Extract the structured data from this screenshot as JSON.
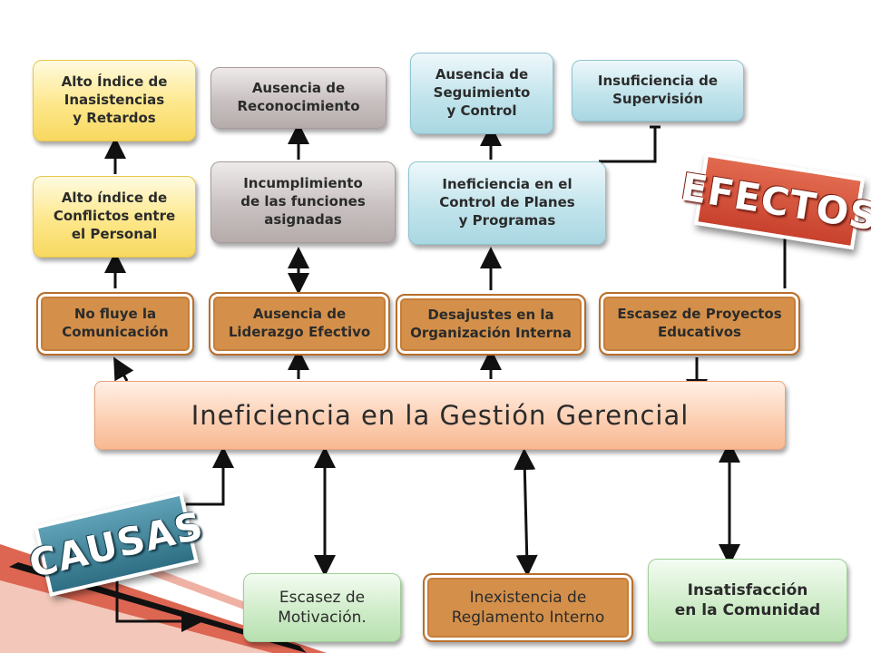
{
  "banners": {
    "efectos": "EFECTOS",
    "causas": "CAUSAS"
  },
  "central": {
    "label": "Ineficiencia en la  Gestión Gerencial"
  },
  "effects": {
    "col1_top": "Alto Índice de\nInasistencias\n y Retardos",
    "col1_mid": "Alto índice de\nConflictos entre\nel Personal",
    "col2_top": "Ausencia de\nReconocimiento",
    "col2_mid": "Incumplimiento\nde las funciones\nasignadas",
    "col3_top": "Ausencia de\nSeguimiento\ny Control",
    "col3_mid": "Ineficiencia en el\nControl de Planes\ny  Programas",
    "col4_top": "Insuficiencia de\nSupervisión"
  },
  "problems": {
    "p1": "No fluye la\nComunicación",
    "p2": "Ausencia de\nLiderazgo Efectivo",
    "p3": "Desajustes en la\nOrganización  Interna",
    "p4": "Escasez de Proyectos\nEducativos"
  },
  "causes": {
    "c1": "Escasez de\nMotivación.",
    "c2": "Inexistencia  de\nReglamento Interno",
    "c3": "Insatisfacción\nen la Comunidad"
  },
  "colors": {
    "yellow": "#fde78a",
    "gray": "#c9c1c1",
    "blue": "#c2e4ec",
    "orange": "#d4904a",
    "central": "#fcd0b4",
    "green": "#cfecc9",
    "efectos": "#c8412d",
    "causas": "#2f6f84",
    "stripe_red": "#c0392b"
  }
}
